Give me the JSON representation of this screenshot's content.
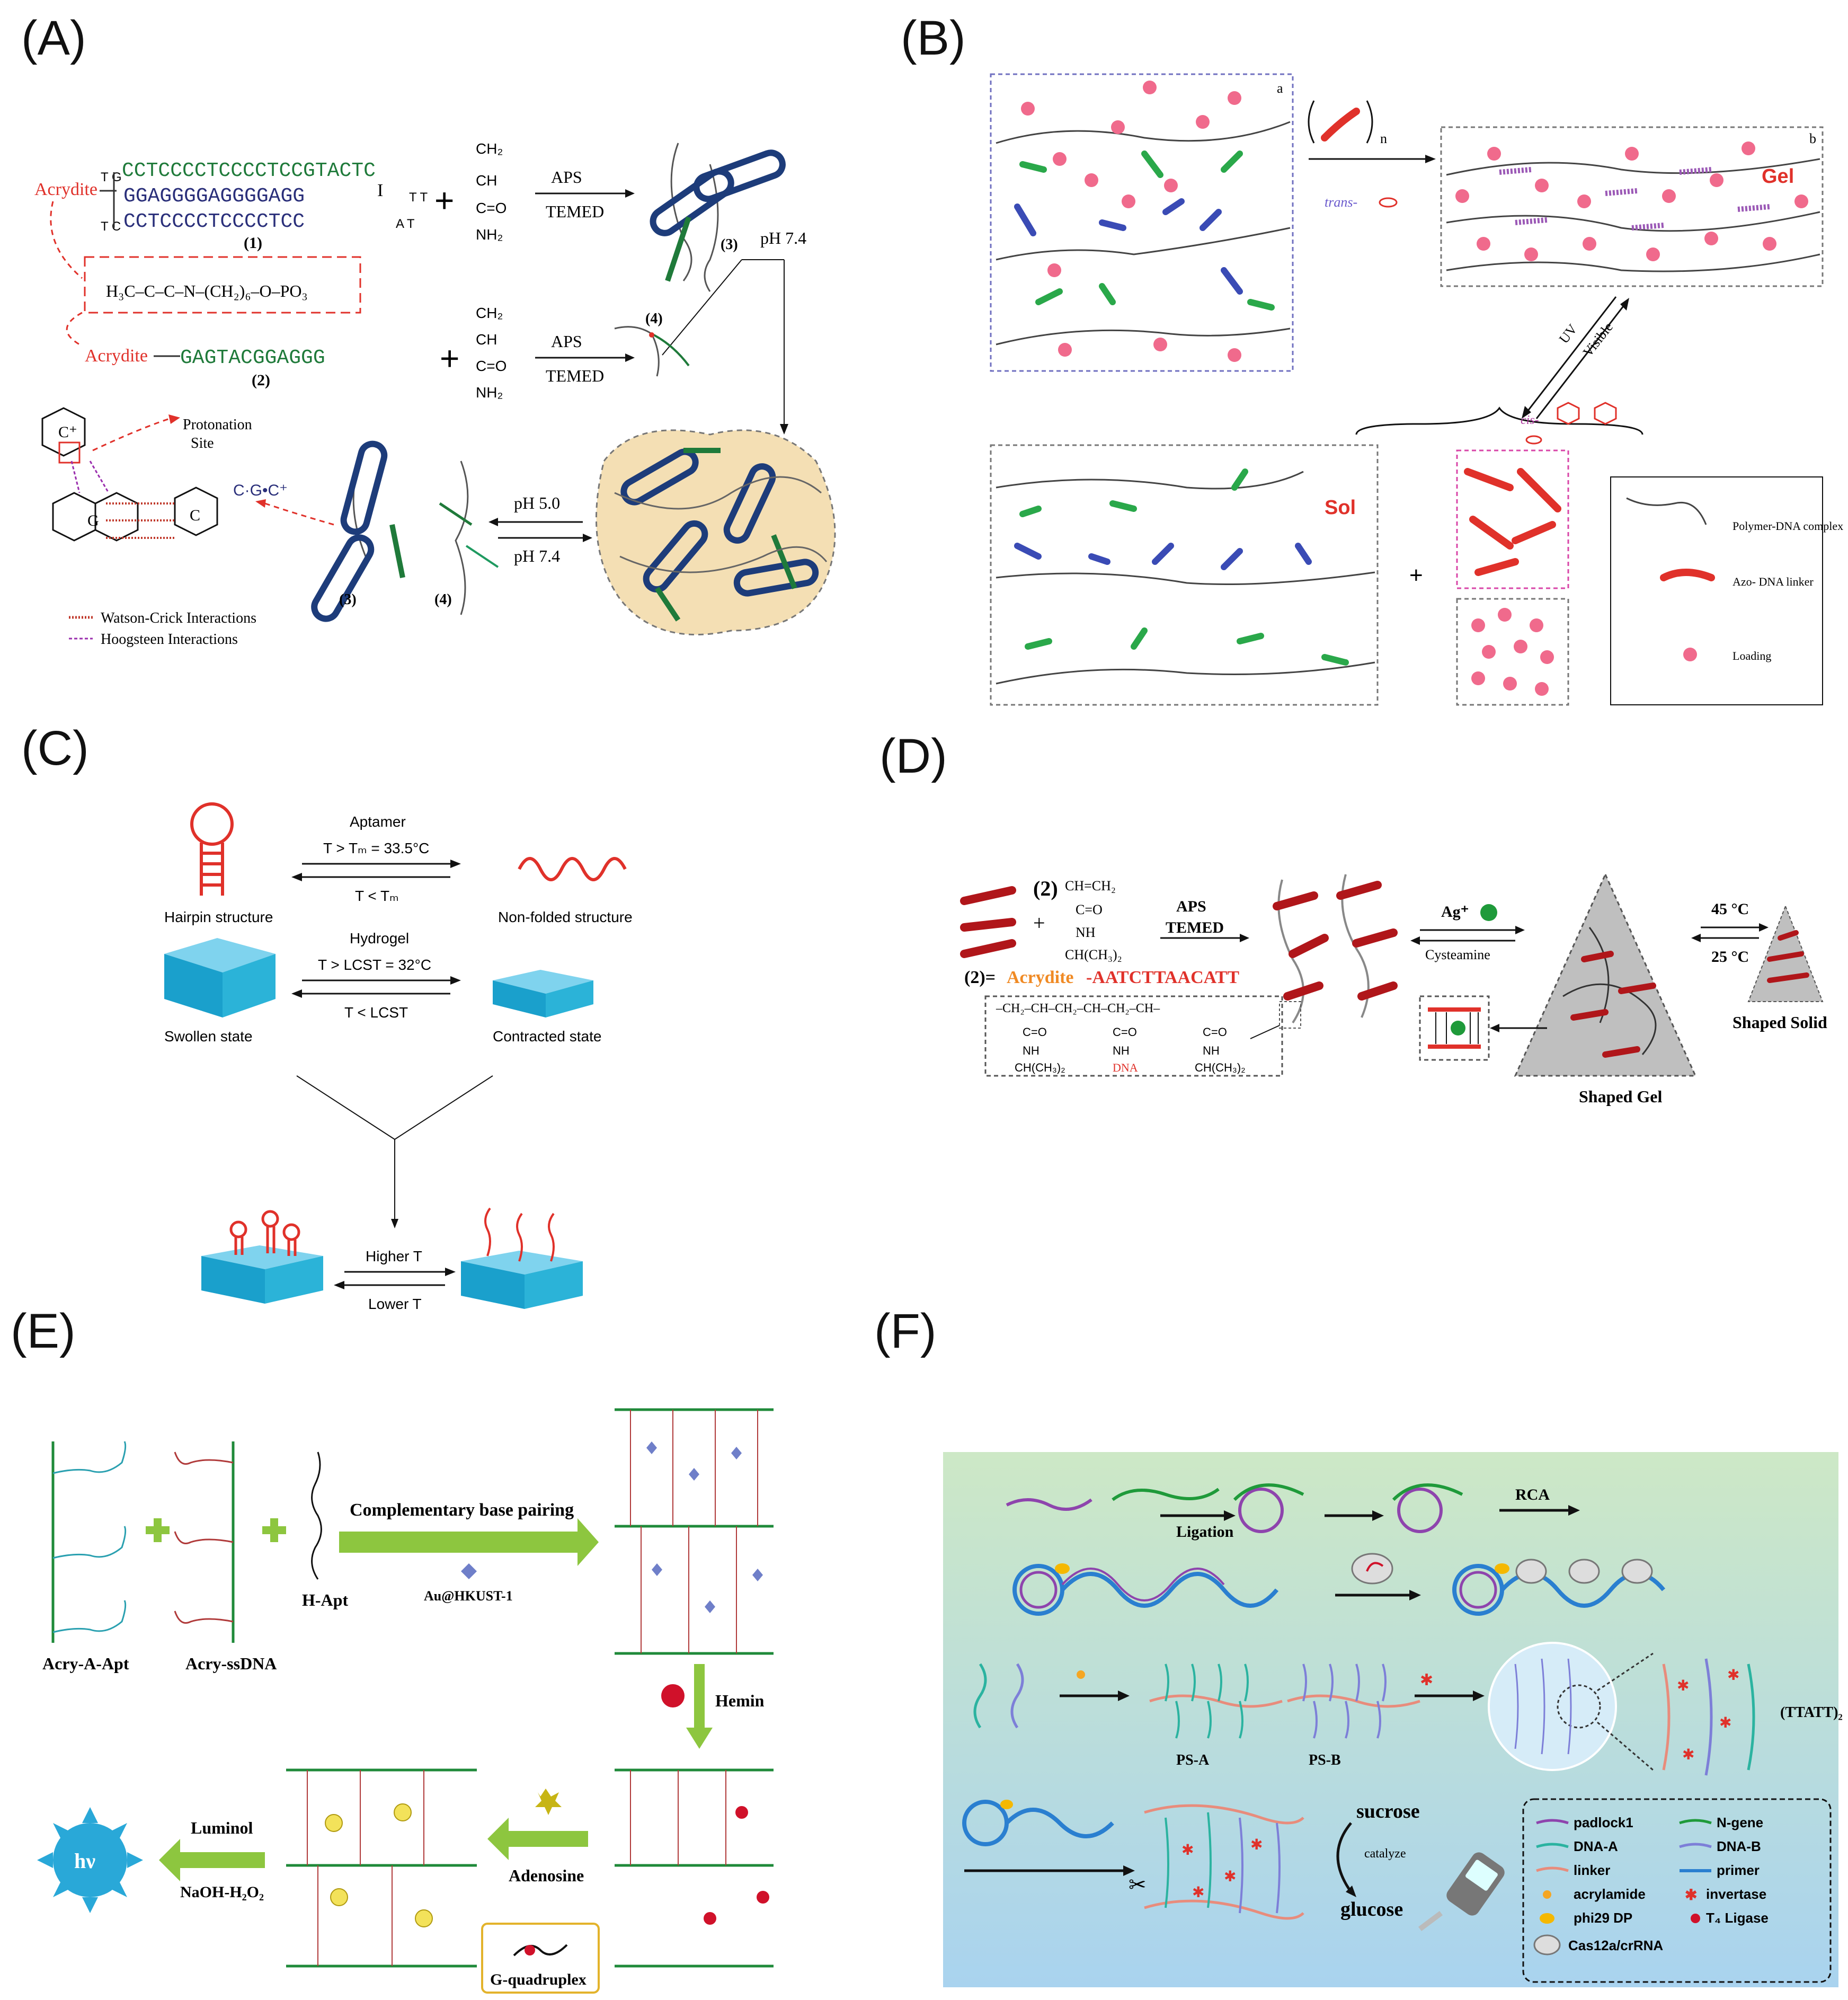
{
  "labels": {
    "a": "(A)",
    "b": "(B)",
    "c": "(C)",
    "d": "(D)",
    "e": "(E)",
    "f": "(F)"
  },
  "panelA": {
    "seq1a": "CCTCCCCTCCCCTCCGTACTC",
    "seq1b": "GGAGGGGAGGGGAGG",
    "seq1c": "CCTCCCCTCCCCTCC",
    "tg": "T G",
    "tt": "T T",
    "tc": "T C",
    "at": "A T",
    "roman": "I",
    "acrydite": "Acrydite",
    "label1": "(1)",
    "label2": "(2)",
    "seq2": "GAGTACGGAGGG",
    "formula": "H₃C–C–C–N–(CH₂)₆–O–PO₃",
    "ch2": "CH₂",
    "ch": "CH",
    "c_eq_o": "C=O",
    "nh2": "NH₂",
    "aps": "APS",
    "temed": "TEMED",
    "ph74": "pH 7.4",
    "ph50": "pH 5.0",
    "label3": "(3)",
    "label4": "(4)",
    "protonation": "Protonation",
    "site": "Site",
    "cgc": "C·G•C⁺",
    "cplus": "C⁺",
    "g": "G",
    "c": "C",
    "wc": "Watson-Crick Interactions",
    "hoog": "Hoogsteen Interactions"
  },
  "panelB": {
    "a": "a",
    "b": "b",
    "n": "n",
    "gel": "Gel",
    "sol": "Sol",
    "trans": "trans-",
    "cis": "cis-",
    "uv": "UV",
    "visible": "Visible",
    "plus": "+",
    "legend1": "Polymer-DNA complex",
    "legend2": "Azo- DNA linker",
    "legend3": "Loading"
  },
  "panelC": {
    "aptamer": "Aptamer",
    "tgt": "T > Tₘ = 33.5°C",
    "tlt": "T < Tₘ",
    "hairpin": "Hairpin structure",
    "nonfolded": "Non-folded structure",
    "hydrogel": "Hydrogel",
    "lcst1": "T > LCST = 32°C",
    "lcst2": "T < LCST",
    "swollen": "Swollen state",
    "contracted": "Contracted state",
    "higher": "Higher T",
    "lower": "Lower T"
  },
  "panelD": {
    "two": "(2)",
    "ch2ch2": "CH=CH₂",
    "c_o": "C=O",
    "nh": "NH",
    "chch32": "CH(CH₃)₂",
    "aps": "APS",
    "temed": "TEMED",
    "eqprefix": "(2)=",
    "acry": "Acrydite",
    "seq": "-AATCTTAACATT",
    "chain": "–CH₂–CH–CH₂–CH–CH₂–CH–",
    "dna": "DNA",
    "ag": "Ag⁺",
    "cyst": "Cysteamine",
    "t45": "45 °C",
    "t25": "25 °C",
    "shapedgel": "Shaped Gel",
    "shapedsolid": "Shaped Solid"
  },
  "panelE": {
    "cbp": "Complementary base pairing",
    "hapt": "H-Apt",
    "au": "Au@HKUST-1",
    "acrya": "Acry-A-Apt",
    "acryss": "Acry-ssDNA",
    "hemin": "Hemin",
    "adenosine": "Adenosine",
    "luminol": "Luminol",
    "naoh": "NaOH-H₂O₂",
    "hv": "hν",
    "gq": "G-quadruplex"
  },
  "panelF": {
    "ligation": "Ligation",
    "rca": "RCA",
    "psa": "PS-A",
    "psb": "PS-B",
    "ttatt": "(TTATT)₂",
    "sucrose": "sucrose",
    "catalyze": "catalyze",
    "glucose": "glucose",
    "legend": {
      "padlock": "padlock1",
      "ngene": "N-gene",
      "dnaa": "DNA-A",
      "dnab": "DNA-B",
      "linker": "linker",
      "primer": "primer",
      "acrylamide": "acrylamide",
      "invertase": "invertase",
      "phi29": "phi29 DP",
      "t4": "T₄ Ligase",
      "cas": "Cas12a/crRNA"
    }
  },
  "colors": {
    "green": "#1f7a3a",
    "navy": "#2a2f7a",
    "red": "#e0312a",
    "tan": "#f4dfb4",
    "pink": "#f06a8c",
    "cyan": "#2bb3d8",
    "bg_f_top": "#cde8c6",
    "bg_f_bot": "#a9d3ef",
    "arrow_green": "#8dc63f"
  }
}
